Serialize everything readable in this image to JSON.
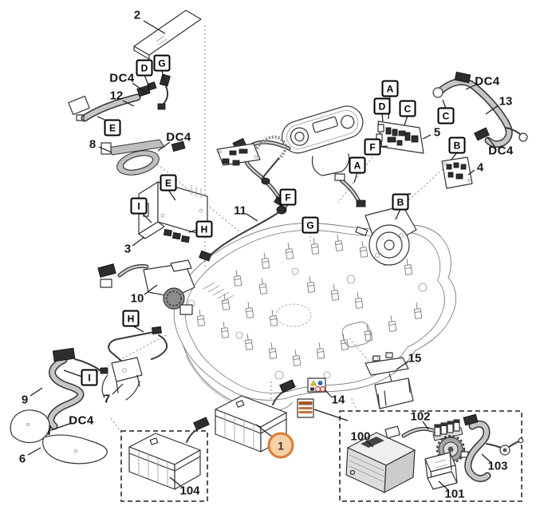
{
  "diagram_title": "exploded-parts-diagram",
  "callouts": {
    "1": "1",
    "2": "2",
    "3": "3",
    "4": "4",
    "5": "5",
    "6": "6",
    "7": "7",
    "8": "8",
    "9": "9",
    "10": "10",
    "11": "11",
    "12": "12",
    "13": "13",
    "14": "14",
    "15": "15",
    "100": "100",
    "101": "101",
    "102": "102",
    "103": "103",
    "104": "104",
    "dc4": "DC4"
  },
  "letters": {
    "A": "A",
    "B": "B",
    "C": "C",
    "D": "D",
    "E": "E",
    "F": "F",
    "G": "G",
    "H": "H",
    "I": "I"
  },
  "colors": {
    "highlight_circle_fill": "#f8d0a6",
    "highlight_circle_border": "#dc7a33",
    "line_art": "#333333",
    "chassis_lines": "#787878",
    "sticker_stripe": "#a8562c",
    "sticker_warning_yellow": "#f2c40f",
    "sticker_blue": "#2b6bb8",
    "sticker_red": "#cc3333"
  }
}
